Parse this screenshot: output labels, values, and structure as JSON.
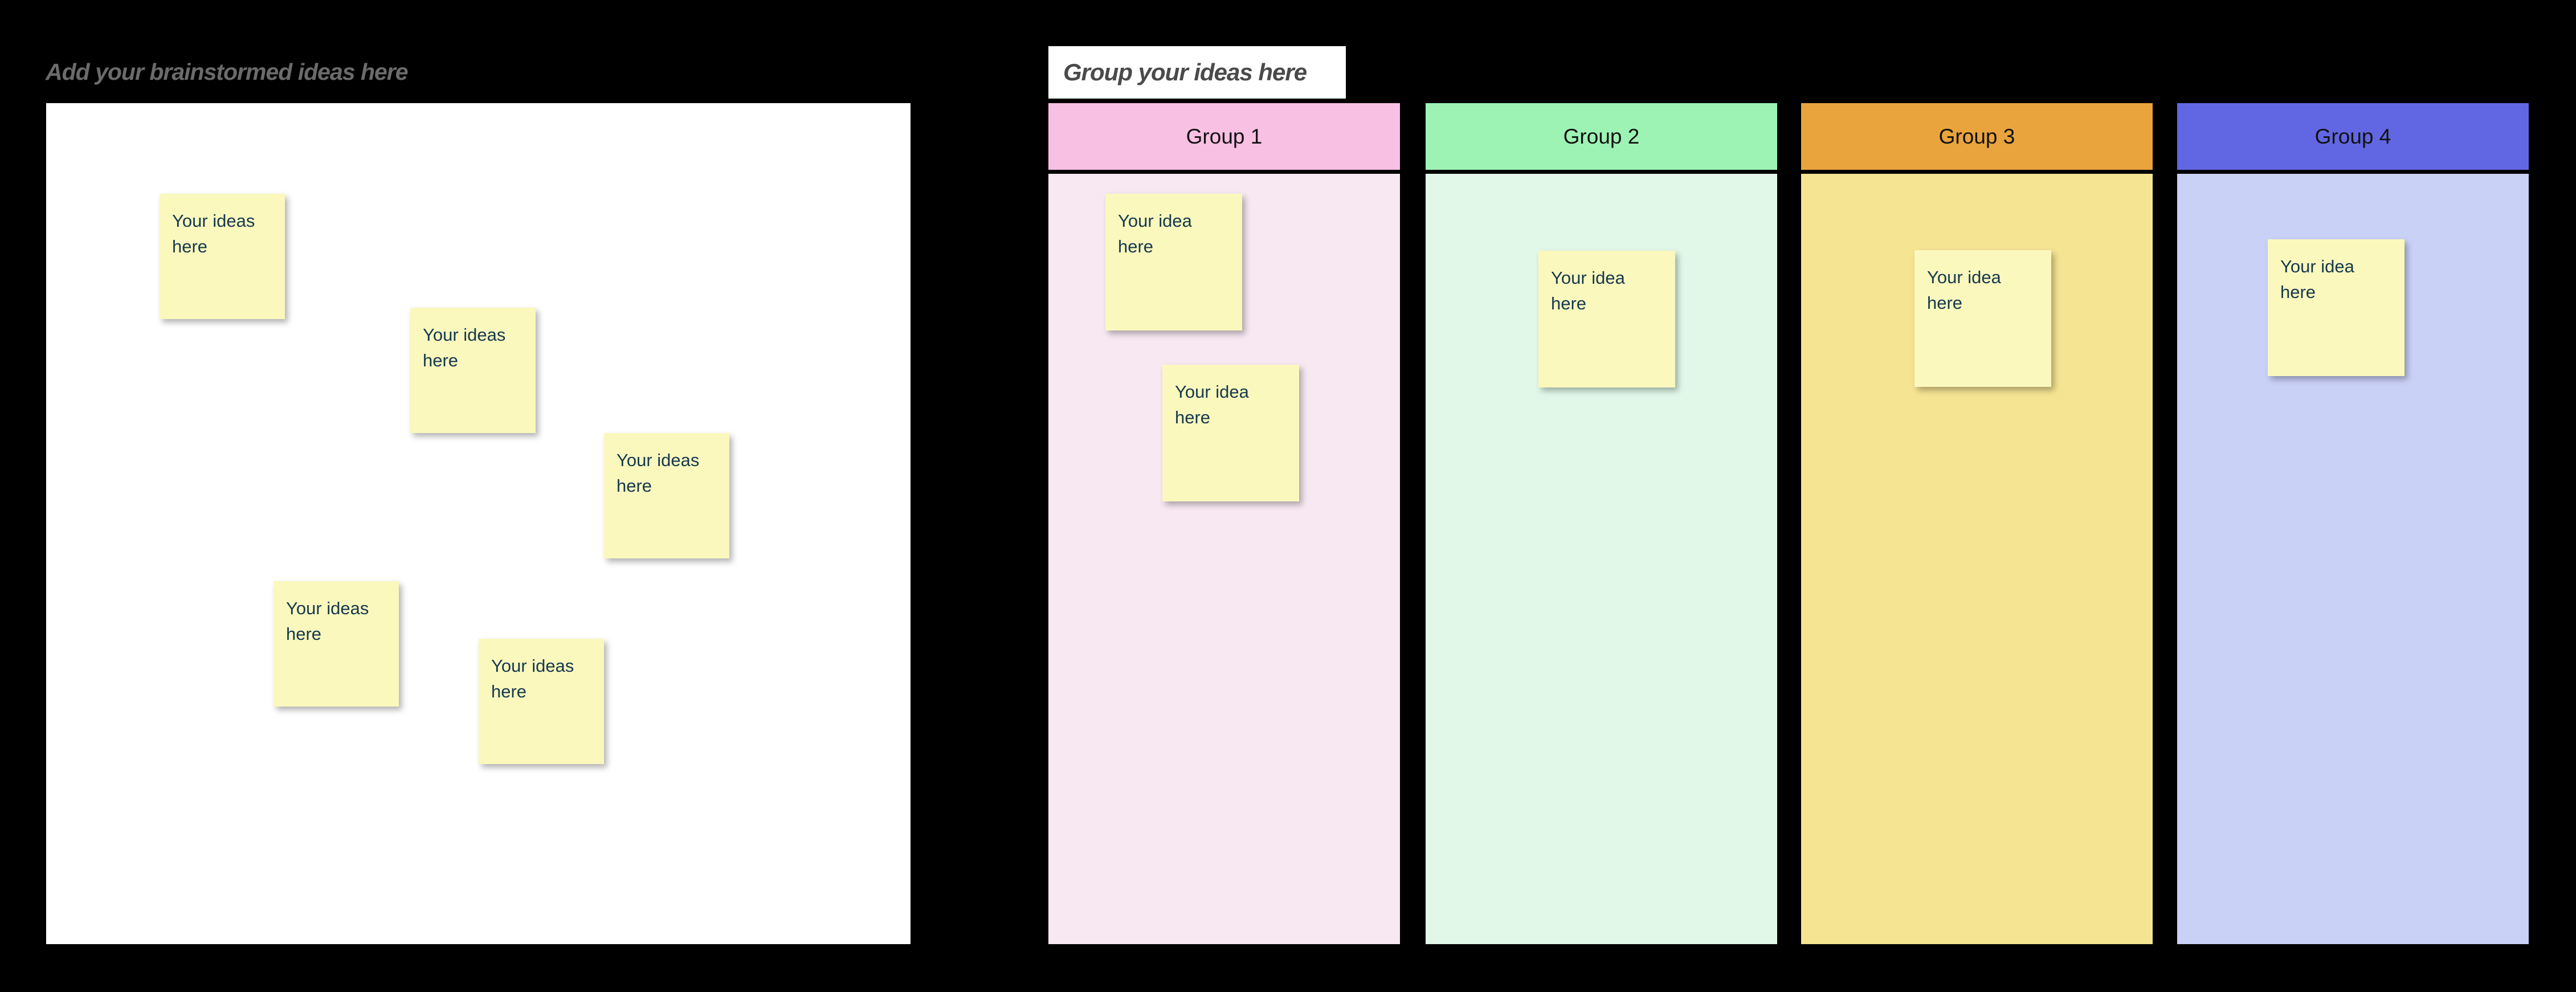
{
  "canvas": {
    "background_color": "#000000"
  },
  "brainstorm_section": {
    "title": "Add your brainstormed ideas here",
    "title_color": "#6b6b6b",
    "board_color": "#ffffff",
    "note_color": "#fbf8bd",
    "note_text_color": "#14394e",
    "notes": [
      {
        "text": "Your ideas here"
      },
      {
        "text": "Your ideas here"
      },
      {
        "text": "Your ideas here"
      },
      {
        "text": "Your ideas here"
      },
      {
        "text": "Your ideas here"
      }
    ]
  },
  "grouping_section": {
    "label": "Group your ideas here",
    "label_color": "#4a4a4a",
    "label_bg": "#ffffff",
    "groups": [
      {
        "name": "Group 1",
        "header_color": "#f8c0e3",
        "body_color": "#f8e8f1",
        "notes": [
          {
            "text": "Your idea here"
          },
          {
            "text": "Your idea here"
          }
        ]
      },
      {
        "name": "Group 2",
        "header_color": "#9df3b4",
        "body_color": "#e1f8e9",
        "notes": [
          {
            "text": "Your idea here"
          }
        ]
      },
      {
        "name": "Group 3",
        "header_color": "#e9a43e",
        "body_color": "#f5e492",
        "notes": [
          {
            "text": "Your idea here"
          }
        ]
      },
      {
        "name": "Group 4",
        "header_color": "#6167e2",
        "body_color": "#cad1f7",
        "notes": [
          {
            "text": "Your idea here"
          }
        ]
      }
    ]
  }
}
